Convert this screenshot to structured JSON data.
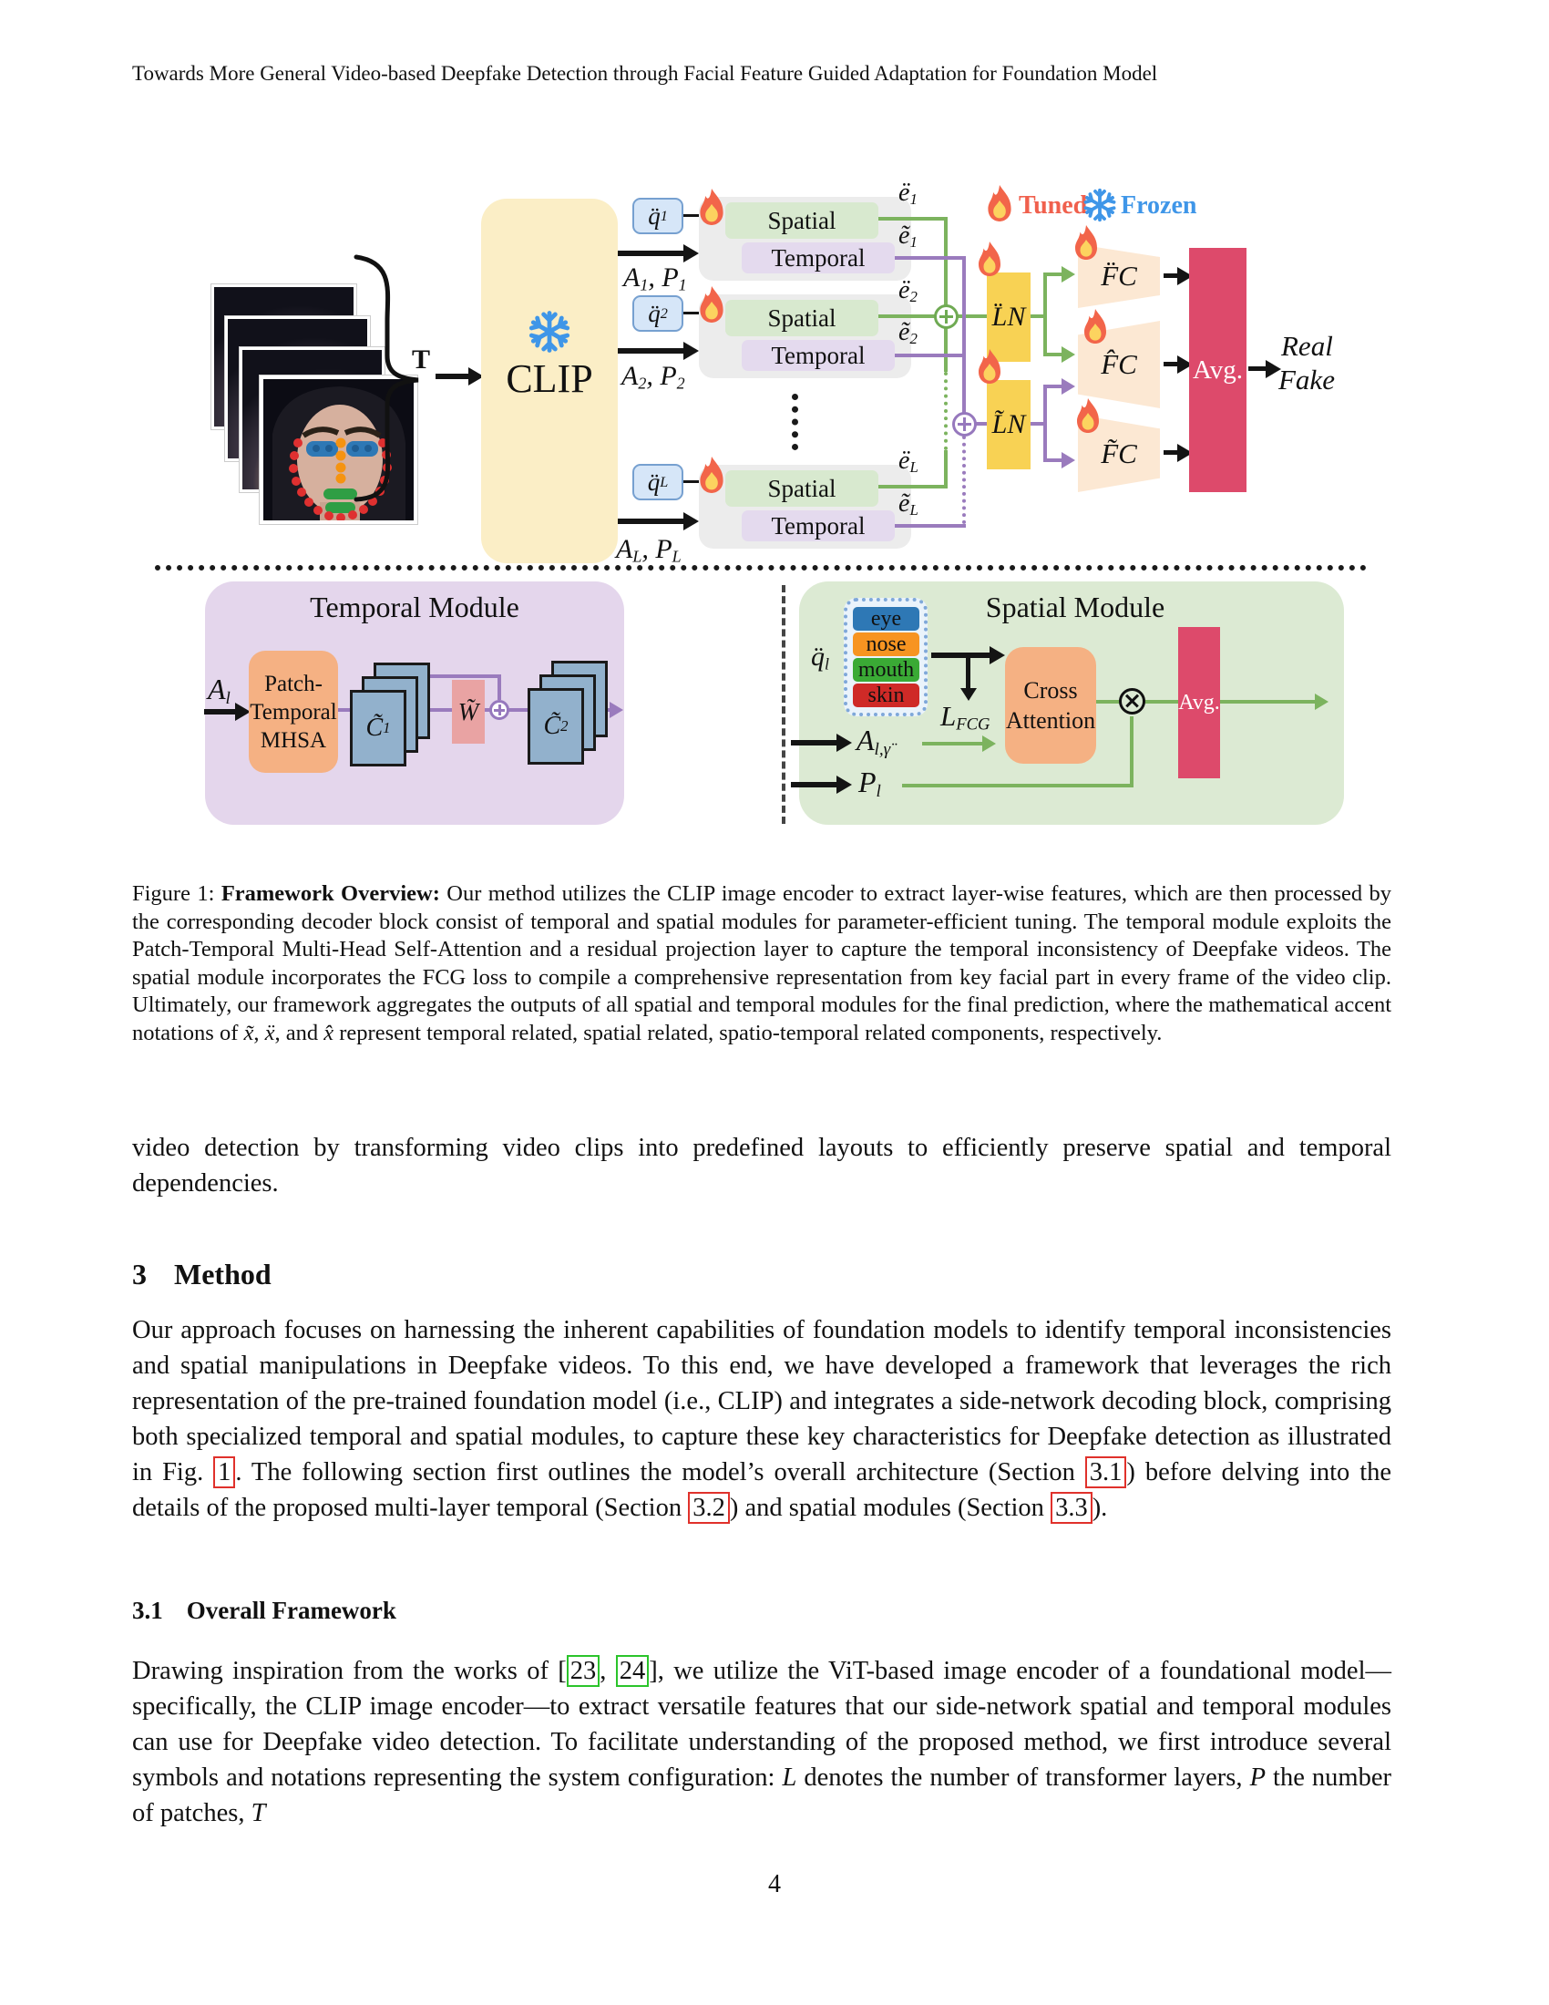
{
  "header": {
    "running_head": "Towards More General Video-based Deepfake Detection through Facial Feature Guided Adaptation for Foundation Model"
  },
  "colors": {
    "tuned_label": "#f0604d",
    "frozen_label": "#3f96e8",
    "spatial_line": "#7cb35e",
    "temporal_line": "#9a7bbd",
    "avg_box": "#dd4a6b",
    "facial_part_colors": [
      "#2e78b5",
      "#f79421",
      "#3aaa35",
      "#cf2a27"
    ]
  },
  "figure": {
    "t_label": "T",
    "clip_label": "CLIP",
    "legend": {
      "tuned": "Tuned",
      "frozen": "Frozen"
    },
    "blocks": [
      {
        "q": [
          {
            "t": "q̈",
            "i": 1
          },
          {
            "t": "1",
            "i": 1,
            "sub": 1
          }
        ],
        "spatial": "Spatial",
        "temporal": "Temporal",
        "input": [
          {
            "t": "A",
            "i": 1
          },
          {
            "t": "1",
            "i": 1,
            "sub": 1
          },
          {
            "t": ", ",
            "i": 1
          },
          {
            "t": "P",
            "i": 1
          },
          {
            "t": "1",
            "i": 1,
            "sub": 1
          }
        ],
        "e_spatial": [
          {
            "t": "ë",
            "i": 1
          },
          {
            "t": "1",
            "i": 1,
            "sub": 1
          }
        ],
        "e_temporal": [
          {
            "t": "ẽ",
            "i": 1
          },
          {
            "t": "1",
            "i": 1,
            "sub": 1
          }
        ]
      },
      {
        "q": [
          {
            "t": "q̈",
            "i": 1
          },
          {
            "t": "2",
            "i": 1,
            "sub": 1
          }
        ],
        "spatial": "Spatial",
        "temporal": "Temporal",
        "input": [
          {
            "t": "A",
            "i": 1
          },
          {
            "t": "2",
            "i": 1,
            "sub": 1
          },
          {
            "t": ", ",
            "i": 1
          },
          {
            "t": "P",
            "i": 1
          },
          {
            "t": "2",
            "i": 1,
            "sub": 1
          }
        ],
        "e_spatial": [
          {
            "t": "ë",
            "i": 1
          },
          {
            "t": "2",
            "i": 1,
            "sub": 1
          }
        ],
        "e_temporal": [
          {
            "t": "ẽ",
            "i": 1
          },
          {
            "t": "2",
            "i": 1,
            "sub": 1
          }
        ]
      },
      {
        "q": [
          {
            "t": "q̈",
            "i": 1
          },
          {
            "t": "L",
            "i": 1,
            "sub": 1
          }
        ],
        "spatial": "Spatial",
        "temporal": "Temporal",
        "input": [
          {
            "t": "A",
            "i": 1
          },
          {
            "t": "L",
            "i": 1,
            "sub": 1
          },
          {
            "t": ", ",
            "i": 1
          },
          {
            "t": "P",
            "i": 1
          },
          {
            "t": "L",
            "i": 1,
            "sub": 1
          }
        ],
        "e_spatial": [
          {
            "t": "ë",
            "i": 1
          },
          {
            "t": "L",
            "i": 1,
            "sub": 1
          }
        ],
        "e_temporal": [
          {
            "t": "ẽ",
            "i": 1
          },
          {
            "t": "L",
            "i": 1,
            "sub": 1
          }
        ]
      }
    ],
    "ln_spatial": [
      {
        "t": "L̈N",
        "i": 1
      }
    ],
    "ln_temporal": [
      {
        "t": "L̃N",
        "i": 1
      }
    ],
    "fc_spatial": [
      {
        "t": "F̈C",
        "i": 1
      }
    ],
    "fc_spatiotemporal": [
      {
        "t": "F̂C",
        "i": 1
      }
    ],
    "fc_temporal": [
      {
        "t": "F̃C",
        "i": 1
      }
    ],
    "avg_label": "Avg.",
    "real_label": "Real",
    "fake_label": "Fake",
    "temporal_module": {
      "title": "Temporal Module",
      "input": [
        {
          "t": "A",
          "i": 1
        },
        {
          "t": "l",
          "i": 1,
          "sub": 1
        }
      ],
      "mhsa_lines": [
        "Patch-",
        "Temporal",
        "MHSA"
      ],
      "c1": [
        {
          "t": "C̃",
          "i": 1
        },
        {
          "t": "1",
          "i": 1,
          "sub": 1
        }
      ],
      "w": [
        {
          "t": "W̃",
          "i": 1
        }
      ],
      "c2": [
        {
          "t": "C̃",
          "i": 1
        },
        {
          "t": "2",
          "i": 1,
          "sub": 1
        }
      ]
    },
    "spatial_module": {
      "title": "Spatial Module",
      "q": [
        {
          "t": "q̈",
          "i": 1
        },
        {
          "t": "l",
          "i": 1,
          "sub": 1
        }
      ],
      "facial_parts": [
        "eye",
        "nose",
        "mouth",
        "skin"
      ],
      "loss": [
        {
          "t": "L",
          "i": 1
        },
        {
          "t": "FCG",
          "i": 1,
          "sub": 1
        }
      ],
      "cross_attention_lines": [
        "Cross",
        "Attention"
      ],
      "a_input": [
        {
          "t": "A",
          "i": 1
        },
        {
          "t": "l,γ̈",
          "i": 1,
          "sub": 1
        }
      ],
      "p_input": [
        {
          "t": "P",
          "i": 1
        },
        {
          "t": "l",
          "i": 1,
          "sub": 1
        }
      ],
      "avg_label": "Avg."
    }
  },
  "caption": [
    {
      "t": "Figure 1: "
    },
    {
      "t": "Framework Overview:",
      "b": 1
    },
    {
      "t": " Our method utilizes the CLIP image encoder to extract layer-wise features, which are then processed by the corresponding decoder block consist of temporal and spatial modules for parameter-efficient tuning. The temporal module exploits the Patch-Temporal Multi-Head Self-Attention and a residual projection layer to capture the temporal inconsistency of Deepfake videos. The spatial module incorporates the FCG loss to compile a comprehensive representation from key facial part in every frame of the video clip.  Ultimately, our framework aggregates the outputs of all spatial and temporal modules for the final prediction, where the mathematical accent notations of "
    },
    {
      "t": "x̃",
      "i": 1
    },
    {
      "t": ", "
    },
    {
      "t": "ẍ",
      "i": 1
    },
    {
      "t": ", and "
    },
    {
      "t": "x̂",
      "i": 1
    },
    {
      "t": " represent temporal related, spatial related, spatio-temporal related components, respectively."
    }
  ],
  "body": {
    "para_intro": [
      {
        "t": "video detection by transforming video clips into predefined layouts to efficiently preserve spatial and temporal dependencies."
      }
    ],
    "h_method": {
      "number": "3",
      "title": "Method"
    },
    "para_method": [
      {
        "t": "Our approach focuses on harnessing the inherent capabilities of foundation models to identify temporal inconsistencies and spatial manipulations in Deepfake videos.  To this end, we have developed a framework that leverages the rich representation of the pre-trained foundation model (i.e., CLIP) and integrates a side-network decoding block, comprising both specialized temporal and spatial modules, to capture these key characteristics for Deepfake detection as illustrated in Fig. "
      },
      {
        "t": "1",
        "box": "red"
      },
      {
        "t": ". The following section first outlines the model’s overall architecture (Section "
      },
      {
        "t": "3.1",
        "box": "red"
      },
      {
        "t": ") before delving into the details of the proposed multi-layer temporal (Section "
      },
      {
        "t": "3.2",
        "box": "red"
      },
      {
        "t": ") and spatial modules (Section "
      },
      {
        "t": "3.3",
        "box": "red"
      },
      {
        "t": ")."
      }
    ],
    "h_framework": {
      "number": "3.1",
      "title": "Overall Framework"
    },
    "para_framework": [
      {
        "t": "Drawing inspiration from the works of ["
      },
      {
        "t": "23",
        "box": "green"
      },
      {
        "t": ", "
      },
      {
        "t": "24",
        "box": "green"
      },
      {
        "t": "], we utilize the ViT-based image encoder of a foundational model—specifically, the CLIP image encoder—to extract versatile features that our side-network spatial and temporal modules can use for Deepfake video detection.  To facilitate understanding of the proposed method, we first introduce several symbols and notations representing the system configuration: "
      },
      {
        "t": "L",
        "i": 1
      },
      {
        "t": " denotes the number of transformer layers, "
      },
      {
        "t": "P",
        "i": 1
      },
      {
        "t": " the number of patches, "
      },
      {
        "t": "T",
        "i": 1
      }
    ]
  },
  "footer": {
    "page_number": "4"
  }
}
